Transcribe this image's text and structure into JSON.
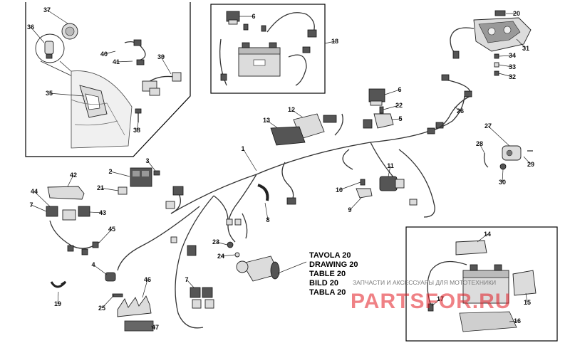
{
  "table_ref": [
    "TAVOLA 20",
    "DRAWING 20",
    "TABLE 20",
    "BILD 20",
    "TABLA 20"
  ],
  "watermark": {
    "top": "ЗАПЧАСТИ И АКСЕССУАРЫ ДЛЯ МОТОТЕХНИКИ",
    "logo": "PARTSFOR.RU",
    "color": "#e31b23"
  },
  "callouts": [
    "1",
    "2",
    "3",
    "4",
    "5",
    "6",
    "6",
    "7",
    "7",
    "8",
    "9",
    "10",
    "11",
    "12",
    "13",
    "14",
    "15",
    "16",
    "17",
    "18",
    "19",
    "20",
    "21",
    "22",
    "23",
    "24",
    "25",
    "26",
    "27",
    "28",
    "29",
    "30",
    "31",
    "32",
    "33",
    "34",
    "35",
    "36",
    "37",
    "38",
    "39",
    "40",
    "41",
    "42",
    "43",
    "44",
    "45",
    "46",
    "47"
  ]
}
